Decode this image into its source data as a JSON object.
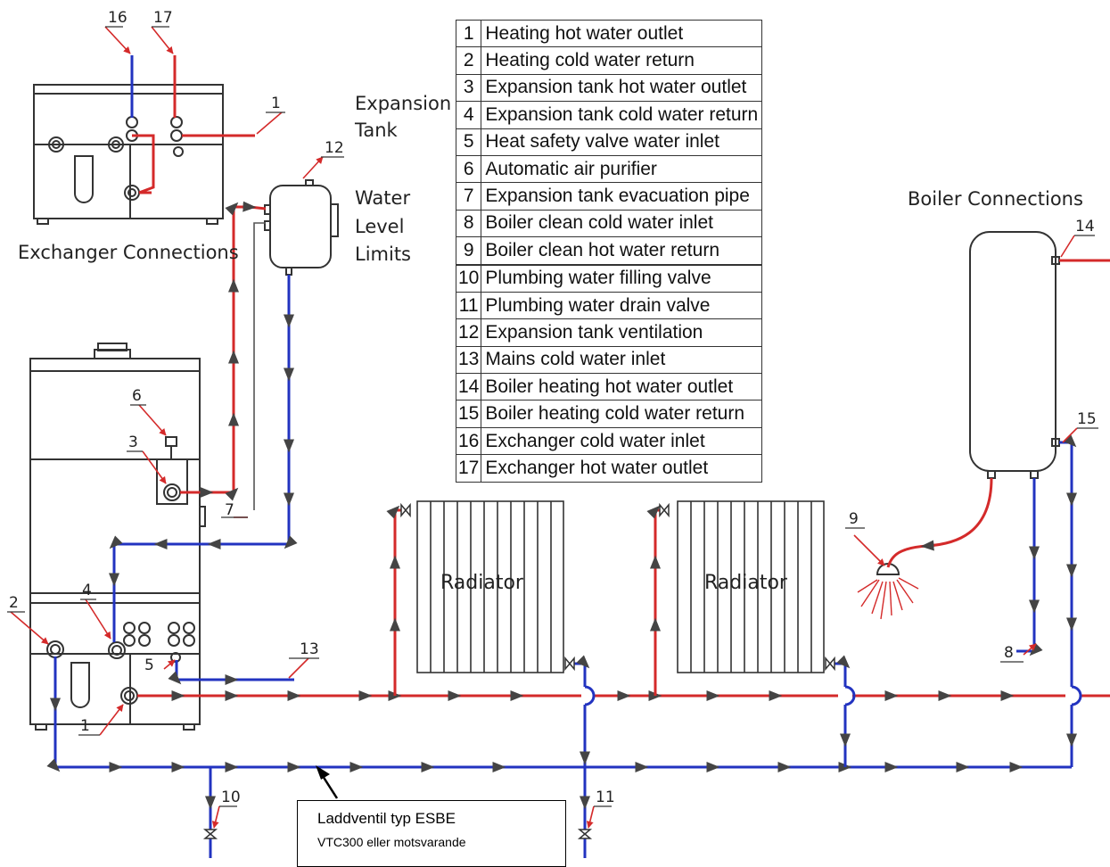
{
  "labels": {
    "exchanger_connections": "Exchanger Connections",
    "expansion_tank": "Expansion\nTank",
    "water_level_limits": "Water\nLevel\nLimits",
    "boiler_connections": "Boiler Connections",
    "radiator_1": "Radiator",
    "radiator_2": "Radiator"
  },
  "legend": [
    {
      "num": "1",
      "text": "Heating hot water outlet"
    },
    {
      "num": "2",
      "text": "Heating cold water return"
    },
    {
      "num": "3",
      "text": "Expansion tank hot water outlet"
    },
    {
      "num": "4",
      "text": "Expansion tank cold water return"
    },
    {
      "num": "5",
      "text": "Heat safety valve water inlet"
    },
    {
      "num": "6",
      "text": "Automatic air purifier"
    },
    {
      "num": "7",
      "text": "Expansion tank evacuation pipe"
    },
    {
      "num": "8",
      "text": "Boiler clean cold water inlet"
    },
    {
      "num": "9",
      "text": "Boiler clean hot water return"
    },
    {
      "num": "10",
      "text": "Plumbing water filling valve"
    },
    {
      "num": "11",
      "text": "Plumbing water drain valve"
    },
    {
      "num": "12",
      "text": "Expansion tank ventilation"
    },
    {
      "num": "13",
      "text": "Mains cold water inlet"
    },
    {
      "num": "14",
      "text": "Boiler heating hot water outlet"
    },
    {
      "num": "15",
      "text": "Boiler heating cold water return"
    },
    {
      "num": "16",
      "text": "Exchanger cold water inlet"
    },
    {
      "num": "17",
      "text": "Exchanger hot water outlet"
    }
  ],
  "callouts": {
    "c16": "16",
    "c17": "17",
    "c1_top": "1",
    "c12": "12",
    "c6": "6",
    "c3": "3",
    "c7": "7",
    "c2": "2",
    "c4": "4",
    "c5": "5",
    "c13": "13",
    "c1_bottom": "1",
    "c10": "10",
    "c11": "11",
    "c9": "9",
    "c8": "8",
    "c14": "14",
    "c15": "15"
  },
  "note": {
    "line1": "Laddventil typ ESBE",
    "line2": "VTC300 eller motsvarande"
  },
  "colors": {
    "hot_pipe": "#d42a2a",
    "cold_pipe": "#2233c0",
    "outline": "#333333",
    "text": "#222222"
  }
}
